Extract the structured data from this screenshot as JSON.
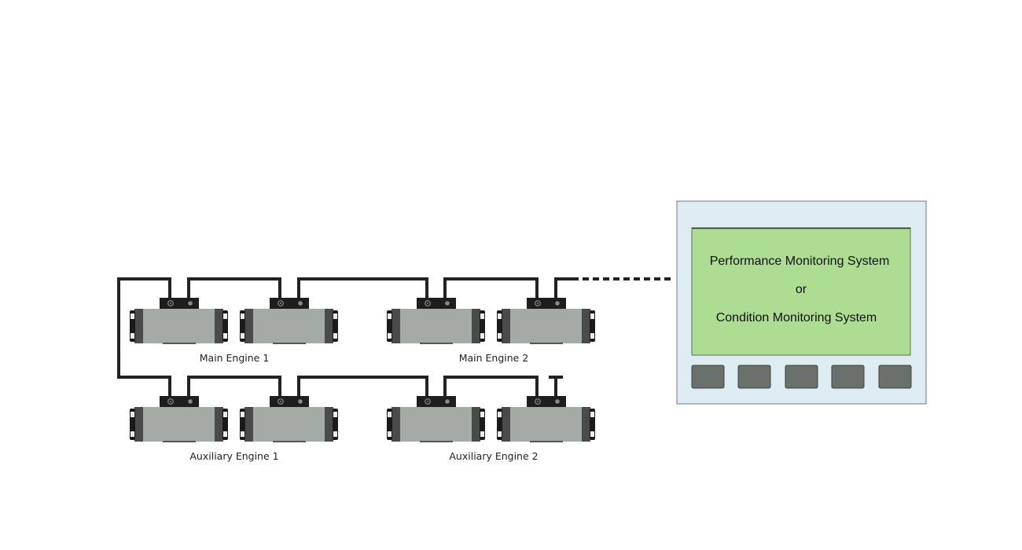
{
  "engines": [
    {
      "label": "Main Engine 1"
    },
    {
      "label": "Main Engine 2"
    },
    {
      "label": "Auxiliary Engine 1"
    },
    {
      "label": "Auxiliary Engine 2"
    }
  ],
  "monitor": {
    "line1": "Performance Monitoring System",
    "line2": "or",
    "line3": "Condition Monitoring System",
    "button_count": 5
  },
  "colors": {
    "cable": "#222222",
    "sensor_body": "#a4aaa5",
    "panel_bg": "#deedf3",
    "screen_bg": "#addc93",
    "button": "#6a706b"
  }
}
